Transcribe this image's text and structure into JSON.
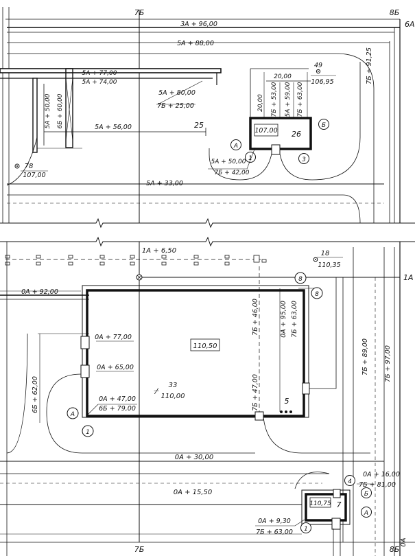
{
  "grid": {
    "top": "7Б",
    "top_right": "8Б",
    "bottom": "7Б",
    "bottom_right": "8Б",
    "right_upper": "6А",
    "right_mid": "1А",
    "right_low": "0А"
  },
  "upper": {
    "road_top": "3А + 96,00",
    "road_second": "5А + 88,00",
    "road_right": "7Б + 91,25",
    "road_bottom": "5А + 33,00",
    "bldg_left": {
      "label_a": "5А + 77,00",
      "label_b": "5А + 74,00",
      "side_a": "5А + 50,00",
      "side_b": "6Б + 60,00",
      "inner": "5А + 56,00",
      "number": "25",
      "corner_a": "5А + 80,00",
      "corner_b": "7Б + 25,00"
    },
    "marker": {
      "number": "78",
      "elev": "107,00"
    },
    "bldg_right": {
      "dim_top": "20,00",
      "dim_side": "20,00",
      "c1": "7Б + 53,00",
      "c2": "5А + 59,00",
      "c3": "7Б + 63,00",
      "elev": "107,00",
      "number": "26",
      "axis_b": "Б",
      "axis_a": "А",
      "axis_1": "1",
      "axis_3": "3",
      "corner_a": "5А + 50,00",
      "corner_b": "7Б + 42,00"
    },
    "marker2": {
      "number": "49",
      "elev": "106,95"
    }
  },
  "lower": {
    "top_road": "1А + 6,50",
    "marker": {
      "number": "18",
      "elev": "110,35"
    },
    "road_left": "0А + 92,00",
    "bldg": {
      "elev": "110,50",
      "area_number": "33",
      "area_elev": "110,00",
      "v1": "7Б + 46,00",
      "v2": "0А + 95,00",
      "v3": "7Б + 63,00",
      "v4": "7Б + 47,00",
      "l1": "0А + 77,00",
      "l2": "0А + 65,00",
      "l3": "0А + 47,00",
      "l4": "6Б + 79,00",
      "number": "5",
      "axis_8a": "8",
      "axis_8b": "8",
      "axis_a": "А",
      "axis_1": "1",
      "left_vert": "6Б + 62,00"
    },
    "right_v1": "7Б + 89,00",
    "right_v2": "7Б + 97,00",
    "road_mid": "0А + 30,00",
    "road_low": "0А + 15,50",
    "small": {
      "elev": "110,75",
      "number": "7",
      "c1": "0А + 16,00",
      "c2": "7Б + 81,00",
      "axis_4": "4",
      "axis_b": "Б",
      "axis_a": "А",
      "axis_1": "1",
      "corner_a": "0А + 9,30",
      "corner_b": "7Б + 63,00"
    }
  }
}
